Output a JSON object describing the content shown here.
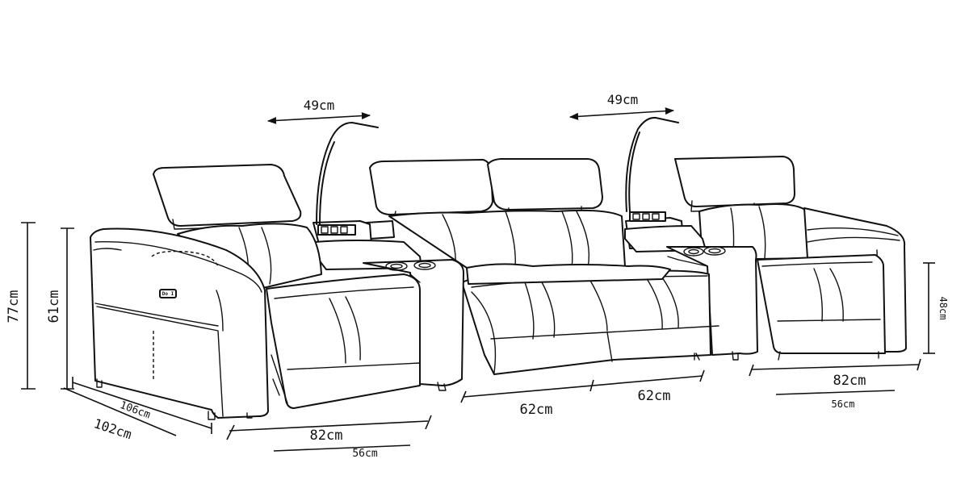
{
  "dimensions": {
    "total_height": "77cm",
    "seat_back_height": "61cm",
    "seat_height": "48cm",
    "depth_upright": "106cm",
    "depth_reclined": "102cm",
    "lamp_left": "49cm",
    "lamp_right": "49cm",
    "left_recliner_width": "82cm",
    "left_seat_width": "56cm",
    "middle_seat_1": "62cm",
    "middle_seat_2": "62cm",
    "right_recliner_width": "82cm",
    "right_seat_width": "56cm"
  },
  "armrest_button": "Do I"
}
